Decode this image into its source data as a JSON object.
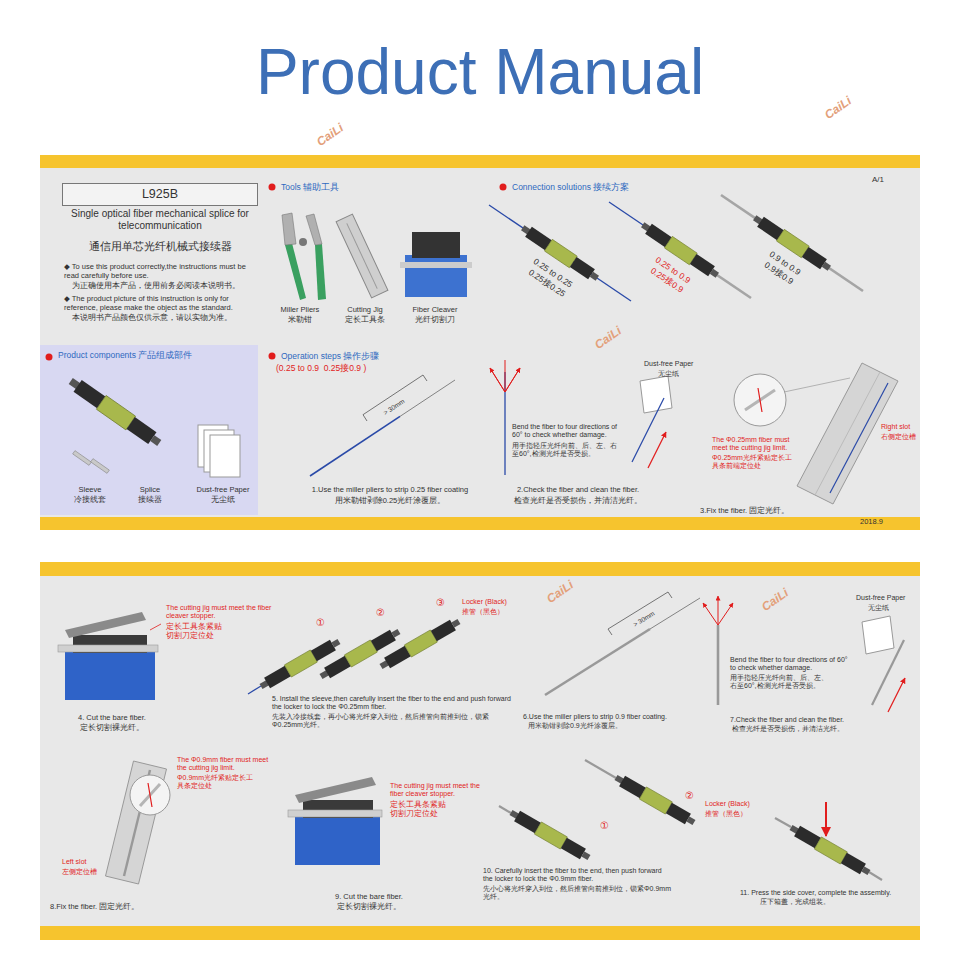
{
  "diagram": {
    "title": "Product Manual",
    "nodes": [
      {
        "text": [
          "A/1",
          "2018.9"
        ]
      },
      {
        "text": [
          "L925B"
        ],
        "in": 0
      },
      {
        "text": [
          "Product components 产品组成部件",
          "Sleeve",
          "冷接线套",
          "Splice",
          "接续器",
          "Dust-free Paper",
          "无尘纸"
        ],
        "in": 0
      }
    ],
    "labels": [
      "Single optical fiber mechanical splice for telecommunication",
      "通信用单芯光纤机械式接续器",
      "◆ To use this product correctly,the instructions must be read carefully before use.",
      "为正确使用本产品，使用前务必阅读本说明书。",
      "◆ The product picture of this instruction is only for reference, please make the object as the standard.",
      "本说明书产品颜色仅供示意，请以实物为准。",
      "Tools 辅助工具",
      "Miller Pliers",
      "米勒钳",
      "Cutting Jig",
      "定长工具条",
      "Fiber Cleaver",
      "光纤切割刀",
      "Connection solutions 接续方案",
      "0.25 to 0.25",
      "0.25接0.25",
      "0.25 to 0.9",
      "0.25接0.9",
      "0.9 to 0.9",
      "0.9接0.9",
      "Operation steps 操作步骤",
      "(0.25 to 0.9  0.25接0.9 )",
      "> 30mm",
      "1.Use the miller pliers to strip 0.25 fiber coating",
      "用米勒钳剥除0.25光纤涂覆层。",
      "Bend the fiber to four directions of 60° to check whether damage.",
      "用手指轻压光纤向前、后、左、右至60°,检测光纤是否受损。",
      "Dust-free Paper",
      "无尘纸",
      "2.Check the fiber and clean the fiber.",
      "检查光纤是否受损伤，并清洁光纤。",
      "Right slot",
      "右侧定位槽",
      "The Φ0.25mm fiber must meet the cutting jig limit.",
      "Φ0.25mm光纤紧贴定长工具条前端定位处",
      "3.Fix the fiber. 固定光纤。",
      "The cutting jig must meet the fiber cleaver stopper.",
      "定长工具条紧贴切割刀定位处",
      "4. Cut the bare fiber.",
      "定长切割裸光纤。",
      "③",
      "Locker (Black)",
      "推管（黑色）",
      "②",
      "①",
      "5. Install the sleeve,then carefully insert the fiber to the end and push forward the locker to lock the Φ0.25mm fiber.",
      "先装入冷接线套，再小心将光纤穿入到位，然后推管向前推到位，锁紧Φ0.25mm光纤。",
      "> 30mm",
      "6.Use the miller pliers to strip 0.9 fiber coating.",
      "用米勒钳剥除0.9光纤涂覆层。",
      "Dust-free Paper",
      "无尘纸",
      "Bend the fiber to four directions of 60° to check whether damage.",
      "用手指轻压光纤向前、后、左、右至60°,检测光纤是否受损。",
      "7.Check the fiber and clean the fiber.",
      "检查光纤是否受损伤，并清洁光纤。",
      "The Φ0.9mm fiber must meet the cutting jig limit.",
      "Φ0.9mm光纤紧贴定长工具条定位处",
      "Left slot",
      "左侧定位槽",
      "8.Fix the fiber. 固定光纤。",
      "The cutting jig must meet the fiber cleaver stopper.",
      "定长工具条紧贴切割刀定位处",
      "9. Cut the bare fiber.",
      "定长切割裸光纤。",
      "①",
      "②",
      "Locker (Black)",
      "推管（黑色）",
      "10. Carefully insert the fiber to the end, then push forward the locker to lock the Φ0.9mm fiber.",
      "先小心将光纤穿入到位，然后推管向前推到位，锁紧Φ0.9mm光纤。",
      "11. Press the side cover, complete the assembly.",
      "压下箱盖，完成组装。",
      "CaiLi",
      "CaiLi",
      "CaiLi",
      "CaiLi",
      "CaiLi"
    ]
  }
}
